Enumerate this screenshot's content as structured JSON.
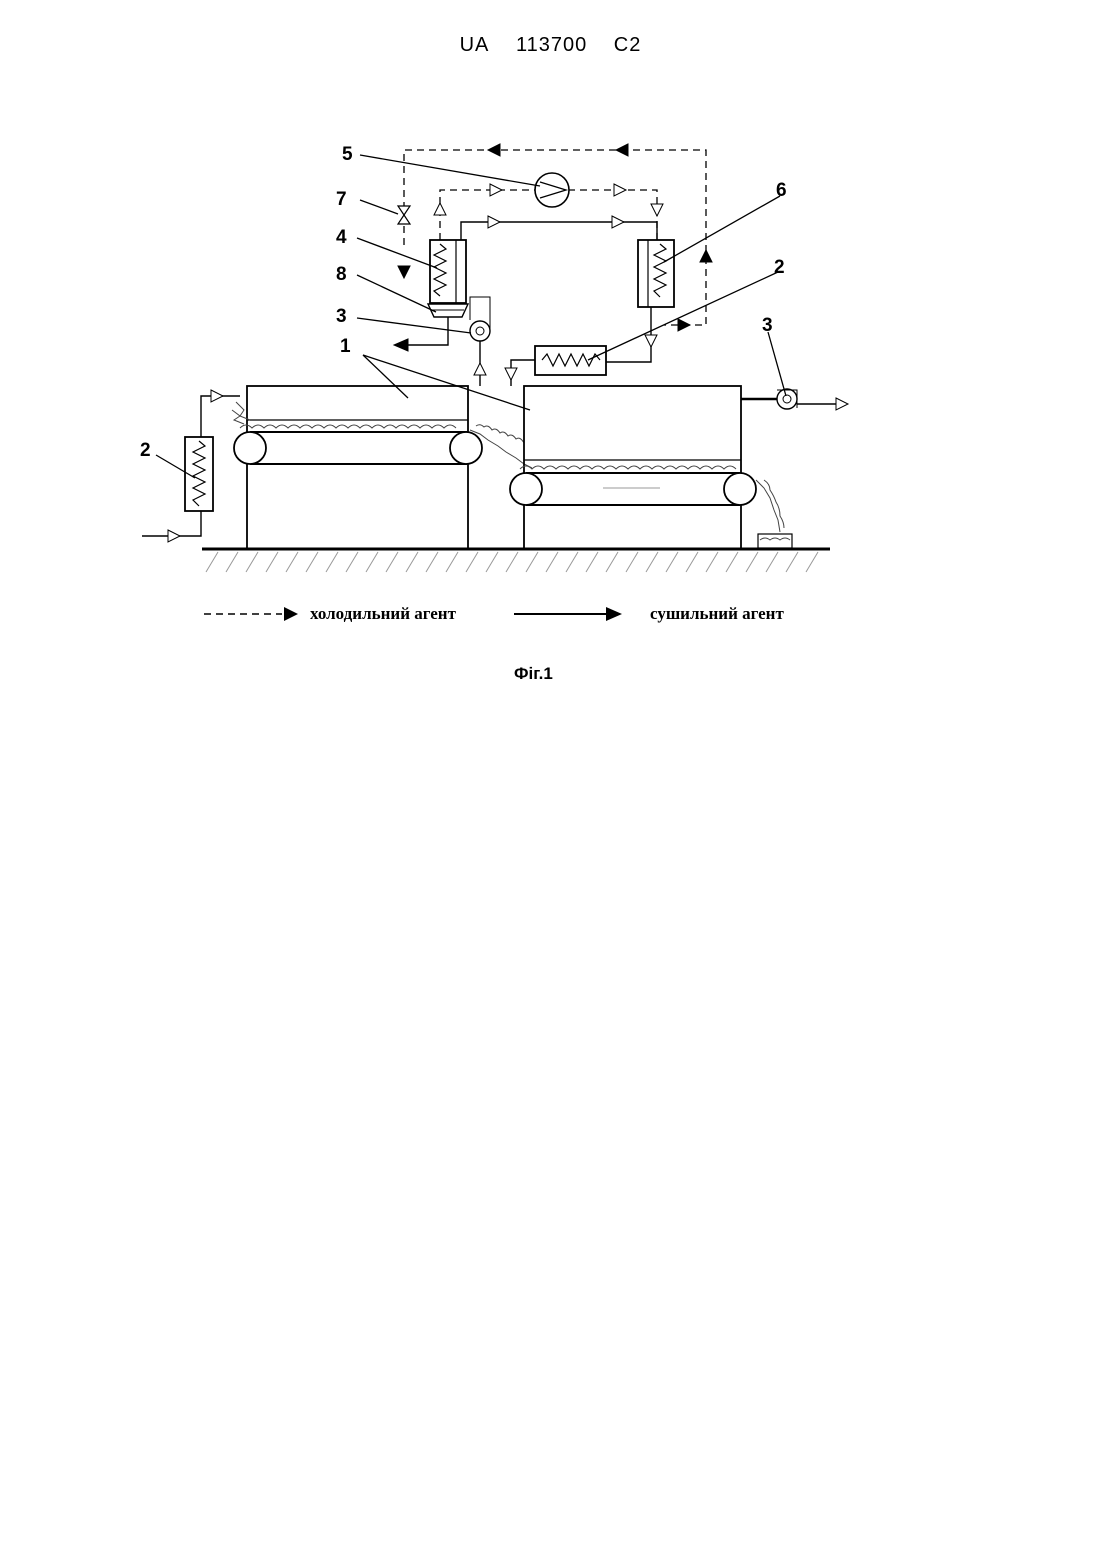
{
  "header": {
    "office": "UA",
    "number": "113700",
    "kind": "C2"
  },
  "labels": {
    "n1": "1",
    "n2_left": "2",
    "n2_right": "2",
    "n3_top": "3",
    "n3_right": "3",
    "n4": "4",
    "n5": "5",
    "n6": "6",
    "n7": "7",
    "n8": "8"
  },
  "legend": {
    "refrigerant": "холодильний агент",
    "drying_agent": "сушильний агент"
  },
  "caption": "Фіг.1"
}
